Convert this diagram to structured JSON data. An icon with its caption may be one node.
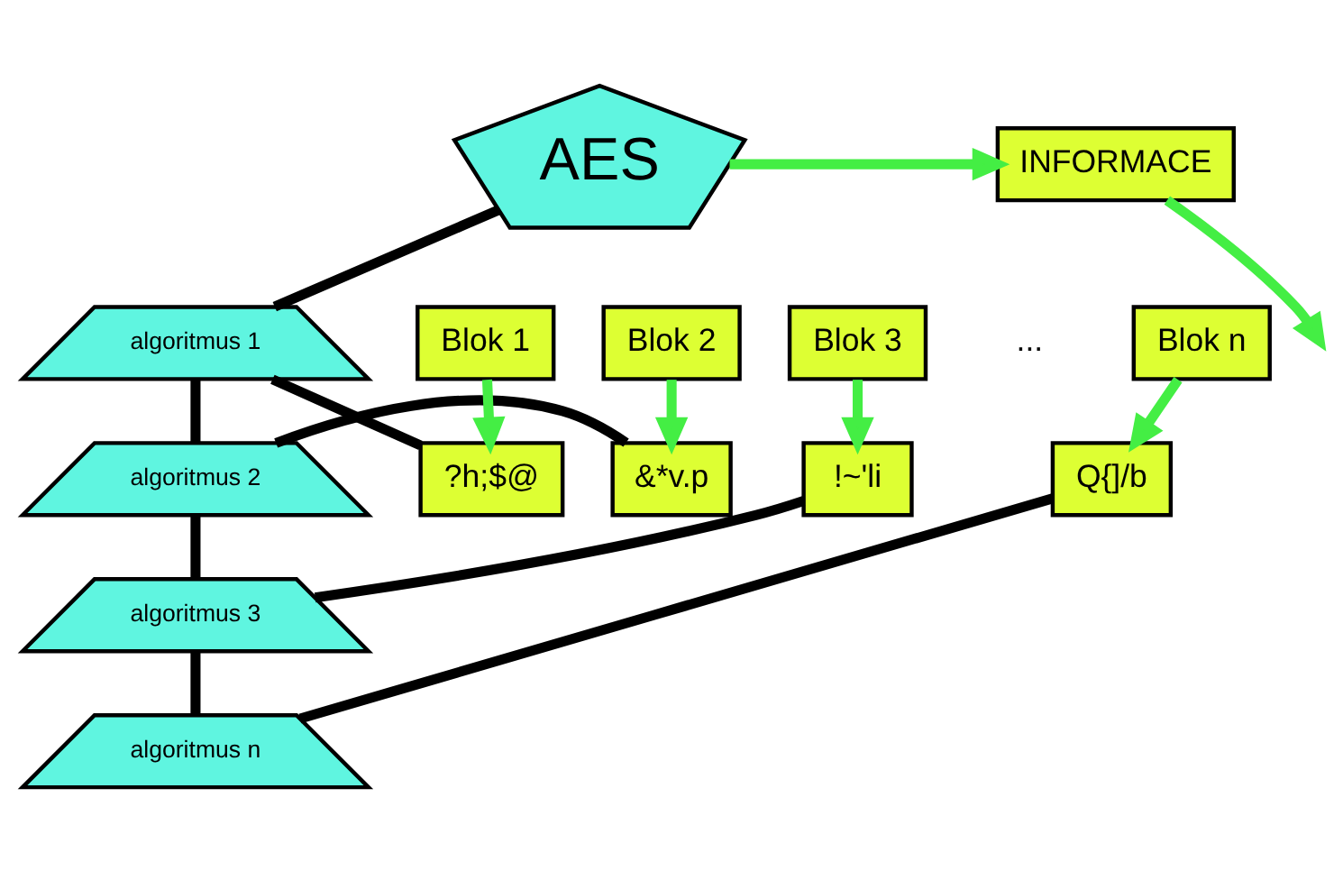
{
  "diagram": {
    "nodes": [
      {
        "text": [
          "AES"
        ]
      },
      {
        "text": [
          "INFORMACE"
        ]
      },
      {
        "text": [
          "algoritmus 1"
        ]
      },
      {
        "text": [
          "algoritmus 2"
        ]
      },
      {
        "text": [
          "algoritmus 3"
        ]
      },
      {
        "text": [
          "algoritmus n"
        ]
      },
      {
        "text": [
          "Blok 1"
        ]
      },
      {
        "text": [
          "Blok 2"
        ]
      },
      {
        "text": [
          "Blok 3"
        ]
      },
      {
        "text": [
          "Blok n"
        ]
      },
      {
        "text": [
          "?h;$@"
        ]
      },
      {
        "text": [
          "&*v.p"
        ]
      },
      {
        "text": [
          "!~'li"
        ]
      },
      {
        "text": [
          "Q{]/b"
        ]
      }
    ],
    "edges": [
      {
        "from": 0,
        "to": 1,
        "arrow": "to",
        "color": "#44ee44"
      },
      {
        "from": 1,
        "to": null,
        "arrow": "to",
        "color": "#44ee44"
      },
      {
        "from": 0,
        "to": 2,
        "arrow": "none"
      },
      {
        "from": 2,
        "to": 3,
        "arrow": "none"
      },
      {
        "from": 3,
        "to": 4,
        "arrow": "none"
      },
      {
        "from": 4,
        "to": 5,
        "arrow": "none"
      },
      {
        "from": 6,
        "to": 10,
        "arrow": "to",
        "color": "#44ee44"
      },
      {
        "from": 7,
        "to": 11,
        "arrow": "to",
        "color": "#44ee44"
      },
      {
        "from": 8,
        "to": 12,
        "arrow": "to",
        "color": "#44ee44"
      },
      {
        "from": 9,
        "to": 13,
        "arrow": "to",
        "color": "#44ee44"
      },
      {
        "from": 2,
        "to": 10,
        "arrow": "none"
      },
      {
        "from": 3,
        "to": 11,
        "arrow": "none"
      },
      {
        "from": 4,
        "to": 12,
        "arrow": "none"
      },
      {
        "from": 5,
        "to": 13,
        "arrow": "none"
      }
    ],
    "labels": [
      "..."
    ]
  }
}
